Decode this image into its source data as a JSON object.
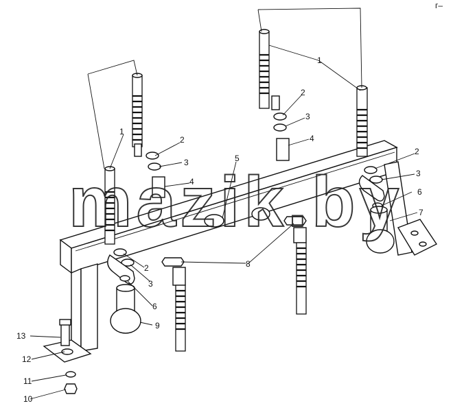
{
  "callouts": [
    "1",
    "2",
    "3",
    "4",
    "5",
    "6",
    "7",
    "8",
    "9",
    "10",
    "11",
    "12",
    "13"
  ],
  "watermark": "mazik.by",
  "corner_mark": "г–"
}
